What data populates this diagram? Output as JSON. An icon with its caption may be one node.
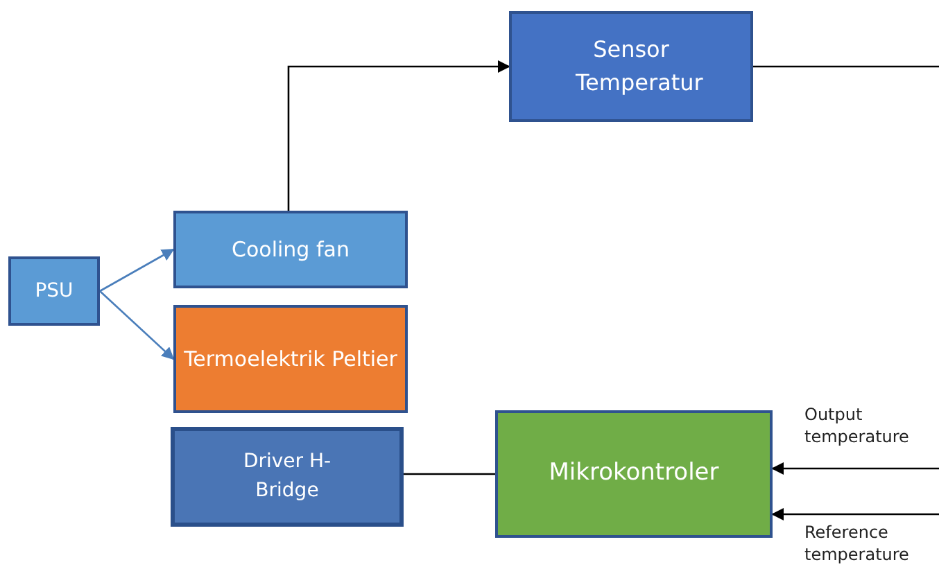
{
  "diagram": {
    "nodes": [
      {
        "text": [
          "Sensor Temperatur"
        ]
      },
      {
        "text": [
          "PSU"
        ]
      },
      {
        "text": [
          "Cooling fan"
        ]
      },
      {
        "text": [
          "Termoelektrik Peltier"
        ]
      },
      {
        "text": [
          "Driver H-Bridge"
        ]
      },
      {
        "text": [
          "Mikrokontroler"
        ]
      }
    ],
    "edges": [
      {
        "from": 1,
        "to": 2,
        "arrow": "to",
        "color": "#4a7ebb"
      },
      {
        "from": 1,
        "to": 3,
        "arrow": "to",
        "color": "#4a7ebb"
      },
      {
        "from": 2,
        "to": 0,
        "arrow": "to"
      },
      {
        "from": 0,
        "to": null,
        "arrow": "none"
      },
      {
        "from": 4,
        "to": 5,
        "arrow": "none"
      },
      {
        "from": null,
        "to": 5,
        "arrow": "to"
      },
      {
        "from": null,
        "to": 5,
        "arrow": "to"
      }
    ],
    "labels": [
      "Output temperature",
      "Reference temperature"
    ]
  }
}
